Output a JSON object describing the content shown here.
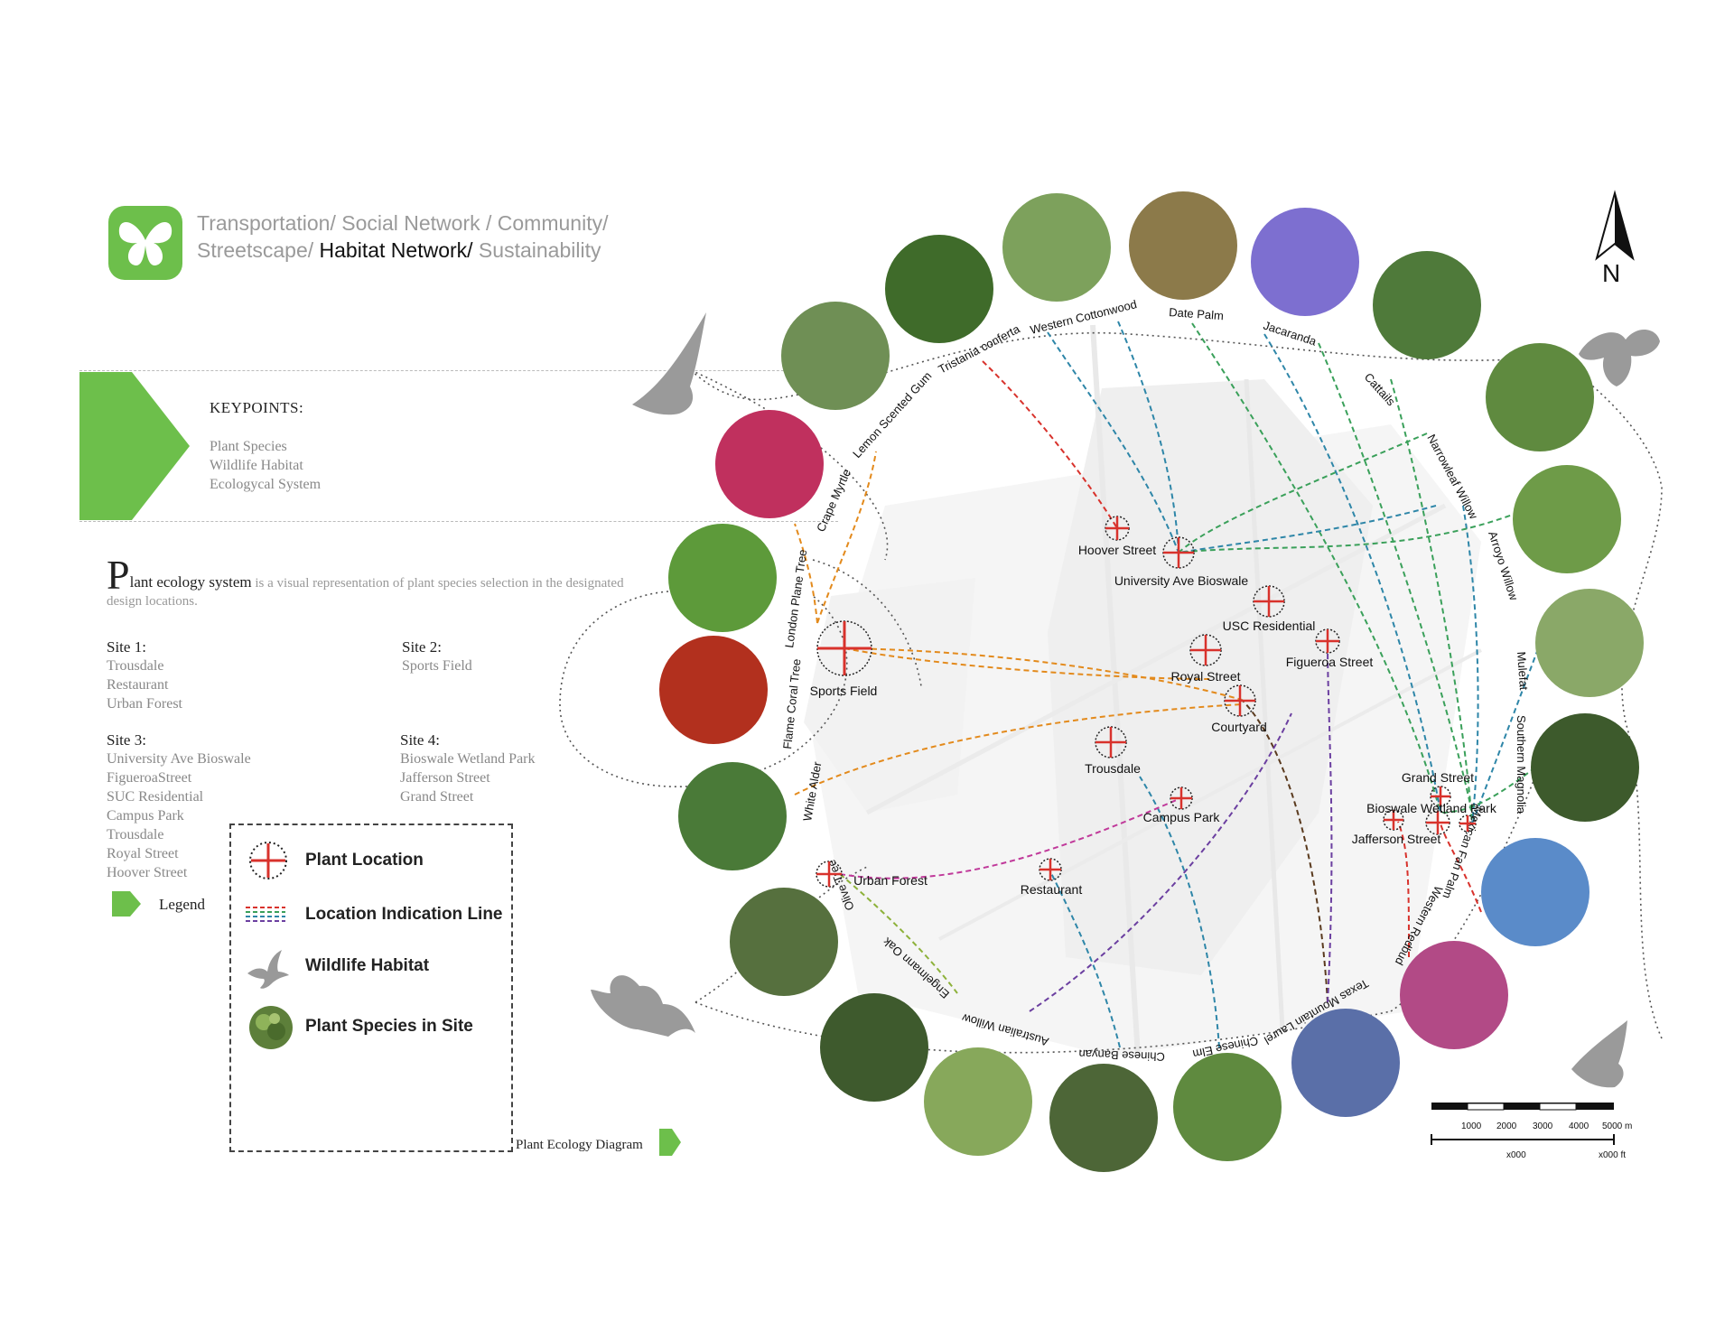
{
  "header": {
    "topics_line1": "Transportation/ Social Network / Community/",
    "topics_line2_pre": "Streetscape/ ",
    "topics_line2_hl": "Habitat Network/",
    "topics_line2_post": " Sustainability",
    "logo_icon": "butterfly-icon"
  },
  "keypoints": {
    "title": "KEYPOINTS:",
    "items": [
      "Plant Species",
      "Wildlife Habitat",
      "Ecologycal System"
    ]
  },
  "intro": {
    "big_letter": "P",
    "strong": "lant ecology system",
    "rest": " is a visual representation of plant species selection in the designated design locations."
  },
  "sites": [
    {
      "title": "Site 1:",
      "items": [
        "Trousdale",
        "Restaurant",
        "Urban Forest"
      ]
    },
    {
      "title": "Site 2:",
      "items": [
        "Sports Field"
      ]
    },
    {
      "title": "Site 3:",
      "items": [
        "University Ave Bioswale",
        "FigueroaStreet",
        "SUC Residential",
        "Campus Park",
        "Trousdale",
        "Royal Street",
        "Hoover Street"
      ]
    },
    {
      "title": "Site 4:",
      "items": [
        "Bioswale Wetland Park",
        "Jafferson Street",
        "Grand Street"
      ]
    }
  ],
  "legend": {
    "label": "Legend",
    "items": [
      "Plant Location",
      "Location Indication Line",
      "Wildlife Habitat",
      "Plant Species in Site"
    ]
  },
  "diagram_label": "Plant Ecology Diagram",
  "north_label": "N",
  "species": [
    "Lemon Scented Gum",
    "Tristania conferta",
    "Western Cottonwood",
    "Date Palm",
    "Jacaranda",
    "Cattails",
    "Narrowleaf Willow",
    "Arroyo Willow",
    "Mulefat",
    "Southern Magnolia",
    "Mexican Fan Palm",
    "Western Redbud",
    "Texas Mountain Laurel",
    "Chinese Elm",
    "Chinese Banyan",
    "Australian Willow",
    "Engelmann Oak",
    "Olive Tree",
    "White Alder",
    "Flame Coral Tree",
    "London Plane Tree",
    "Crape Myrtle"
  ],
  "locations": [
    "Hoover Street",
    "University Ave Bioswale",
    "USC Residential",
    "Royal Street",
    "Figueroa Street",
    "Courtyard",
    "Sports Field",
    "Trousdale",
    "Campus Park",
    "Grand Street",
    "Bioswale Wetland Park",
    "Jafferson Street",
    "Restaurant",
    "Urban Forest"
  ],
  "scale": {
    "m_ticks": [
      "1000",
      "2000",
      "3000",
      "4000",
      "5000 m"
    ],
    "ft_left": "x000",
    "ft_right": "x000 ft"
  },
  "colors": {
    "accent_green": "#6dbf4b",
    "location_red": "#d8322c",
    "line_colors": [
      "#d8322c",
      "#e38a1c",
      "#3aa05a",
      "#2e86a8",
      "#6b3fa0",
      "#c0399a",
      "#5a3a1e",
      "#8db13a"
    ]
  }
}
